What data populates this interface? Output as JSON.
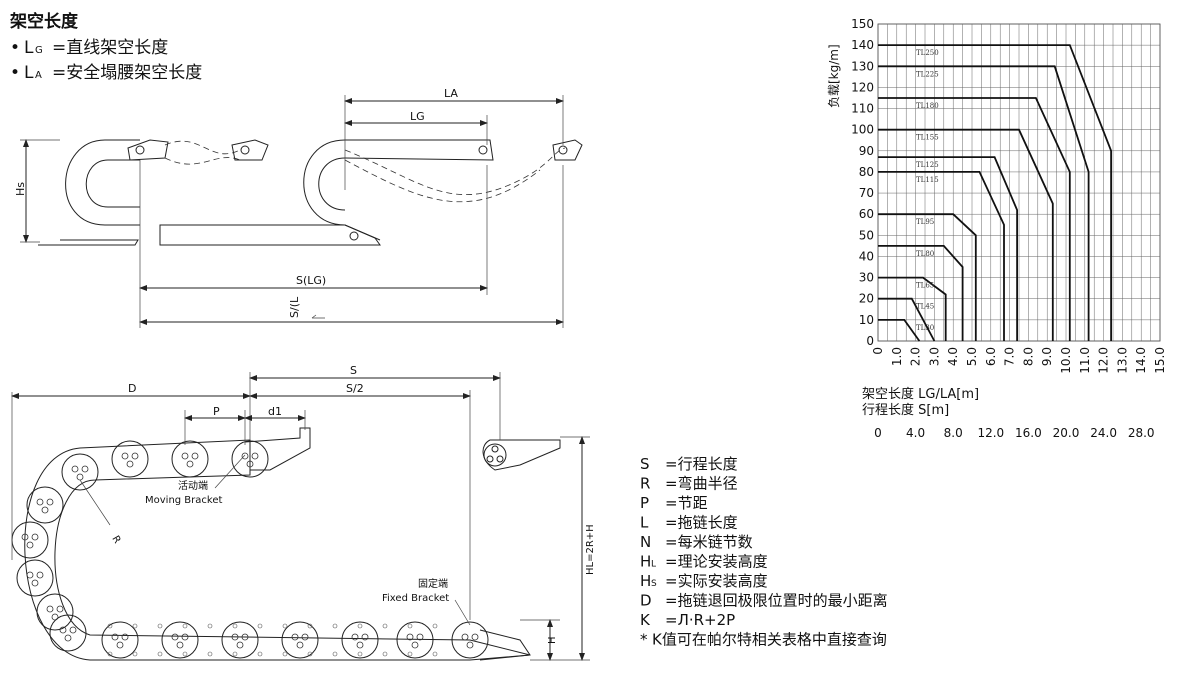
{
  "header": {
    "title": "架空长度",
    "bullets": [
      {
        "sym": "L",
        "sub": "G",
        "text": "=直线架空长度"
      },
      {
        "sym": "L",
        "sub": "A",
        "text": "=安全塌腰架空长度"
      }
    ]
  },
  "top_diagram": {
    "hs_label": "Hs",
    "la_label": "LA",
    "lg_label": "LG",
    "s_lg_label": "S(LG)",
    "s_la_label": "S/(L"
  },
  "bottom_diagram": {
    "s_label": "S",
    "d_label": "D",
    "s_half_label": "S/2",
    "p_label": "P",
    "d1_label": "d1",
    "r_label": "R",
    "hl_label": "HL=2R+H",
    "h_label": "H",
    "moving_cn": "活动端",
    "moving_en": "Moving Bracket",
    "fixed_cn": "固定端",
    "fixed_en": "Fixed Bracket"
  },
  "legend": [
    {
      "sym": "S",
      "sub": "",
      "text": "=行程长度"
    },
    {
      "sym": "R",
      "sub": "",
      "text": "=弯曲半径"
    },
    {
      "sym": "P",
      "sub": "",
      "text": "=节距"
    },
    {
      "sym": "L",
      "sub": "",
      "text": "=拖链长度"
    },
    {
      "sym": "N",
      "sub": "",
      "text": "=每米链节数"
    },
    {
      "sym": "H",
      "sub": "L",
      "text": "=理论安装高度"
    },
    {
      "sym": "H",
      "sub": "S",
      "text": "=实际安装高度"
    },
    {
      "sym": "D",
      "sub": "",
      "text": "=拖链退回极限位置时的最小距离"
    },
    {
      "sym": "K",
      "sub": "",
      "text": "=Л·R+2P"
    },
    {
      "sym": "*",
      "sub": "",
      "text": "K值可在帕尔特相关表格中直接查询"
    }
  ],
  "chart_data": {
    "type": "line",
    "ylabel": "负载[kg/m]",
    "xlabel_1": "架空长度 LG/LA[m]",
    "xlabel_2": "行程长度 S[m]",
    "ylim": [
      0,
      150
    ],
    "xlim": [
      0,
      15
    ],
    "y_ticks": [
      "0",
      "10",
      "20",
      "30",
      "40",
      "50",
      "60",
      "70",
      "80",
      "90",
      "100",
      "110",
      "120",
      "130",
      "140",
      "150"
    ],
    "x_ticks": [
      "0",
      "1.0",
      "2.0",
      "3.0",
      "4.0",
      "5.0",
      "6.0",
      "7.0",
      "8.0",
      "9.0",
      "10.0",
      "11.0",
      "12.0",
      "13.0",
      "14.0",
      "15.0"
    ],
    "s_ticks": [
      "0",
      "4.0",
      "8.0",
      "12.0",
      "16.0",
      "20.0",
      "24.0",
      "28.0"
    ],
    "grid": true,
    "series": [
      {
        "name": "TL30",
        "points": [
          [
            0,
            10
          ],
          [
            1.4,
            10
          ],
          [
            2.2,
            0
          ]
        ]
      },
      {
        "name": "TL45",
        "points": [
          [
            0,
            20
          ],
          [
            1.8,
            20
          ],
          [
            3.0,
            0
          ]
        ]
      },
      {
        "name": "TL65",
        "points": [
          [
            0,
            30
          ],
          [
            2.4,
            30
          ],
          [
            3.6,
            22
          ],
          [
            3.6,
            0
          ]
        ]
      },
      {
        "name": "TL80",
        "points": [
          [
            0,
            45
          ],
          [
            3.5,
            45
          ],
          [
            4.5,
            35
          ],
          [
            4.5,
            0
          ]
        ]
      },
      {
        "name": "TL95",
        "points": [
          [
            0,
            60
          ],
          [
            4.0,
            60
          ],
          [
            5.2,
            50
          ],
          [
            5.2,
            0
          ]
        ]
      },
      {
        "name": "TL115",
        "points": [
          [
            0,
            80
          ],
          [
            5.4,
            80
          ],
          [
            6.7,
            55
          ],
          [
            6.7,
            0
          ]
        ]
      },
      {
        "name": "TL125",
        "points": [
          [
            0,
            87
          ],
          [
            6.2,
            87
          ],
          [
            7.4,
            62
          ],
          [
            7.4,
            0
          ]
        ]
      },
      {
        "name": "TL155",
        "points": [
          [
            0,
            100
          ],
          [
            7.5,
            100
          ],
          [
            9.3,
            65
          ],
          [
            9.3,
            0
          ]
        ]
      },
      {
        "name": "TL180",
        "points": [
          [
            0,
            115
          ],
          [
            8.4,
            115
          ],
          [
            10.2,
            80
          ],
          [
            10.2,
            0
          ]
        ]
      },
      {
        "name": "TL225",
        "points": [
          [
            0,
            130
          ],
          [
            9.4,
            130
          ],
          [
            11.2,
            80
          ],
          [
            11.2,
            0
          ]
        ]
      },
      {
        "name": "TL250",
        "points": [
          [
            0,
            140
          ],
          [
            10.2,
            140
          ],
          [
            12.4,
            90
          ],
          [
            12.4,
            0
          ]
        ]
      }
    ]
  }
}
